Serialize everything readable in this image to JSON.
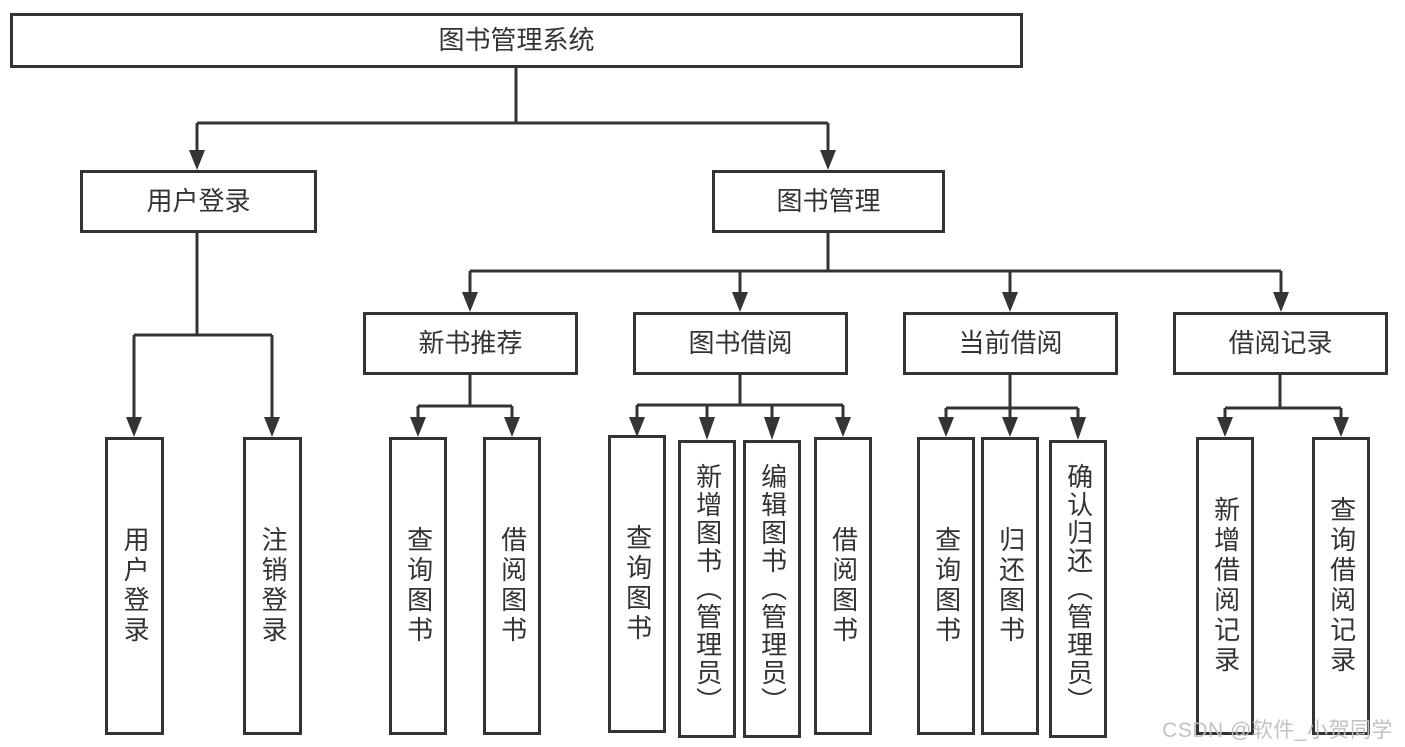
{
  "diagram": {
    "root": {
      "label": "图书管理系统"
    },
    "branches": [
      {
        "label": "用户登录",
        "children": [
          {
            "label": "用户登录"
          },
          {
            "label": "注销登录"
          }
        ]
      },
      {
        "label": "图书管理",
        "children": [
          {
            "label": "新书推荐",
            "children": [
              {
                "label": "查询图书"
              },
              {
                "label": "借阅图书"
              }
            ]
          },
          {
            "label": "图书借阅",
            "children": [
              {
                "label": "查询图书"
              },
              {
                "label": "新增图书（管理员）"
              },
              {
                "label": "编辑图书（管理员）"
              },
              {
                "label": "借阅图书"
              }
            ]
          },
          {
            "label": "当前借阅",
            "children": [
              {
                "label": "查询图书"
              },
              {
                "label": "归还图书"
              },
              {
                "label": "确认归还（管理员）"
              }
            ]
          },
          {
            "label": "借阅记录",
            "children": [
              {
                "label": "新增借阅记录"
              },
              {
                "label": "查询借阅记录"
              }
            ]
          }
        ]
      }
    ]
  },
  "watermark": {
    "text": "CSDN @软件_小贺同学"
  },
  "colors": {
    "line": "#343434",
    "border": "#333333",
    "text": "#333333",
    "watermark": "#bfbfbf",
    "background": "#ffffff"
  }
}
